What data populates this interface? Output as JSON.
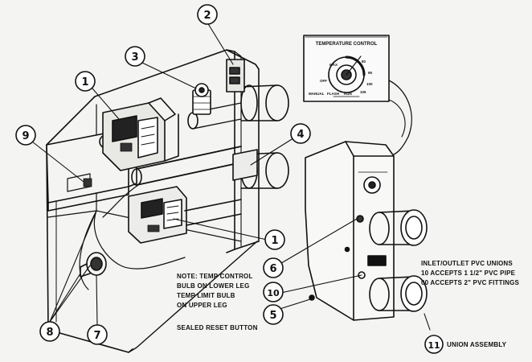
{
  "callouts": [
    {
      "id": "c1a",
      "label": "1"
    },
    {
      "id": "c2",
      "label": "2"
    },
    {
      "id": "c3",
      "label": "3"
    },
    {
      "id": "c4",
      "label": "4"
    },
    {
      "id": "c9",
      "label": "9"
    },
    {
      "id": "c1b",
      "label": "1"
    },
    {
      "id": "c6",
      "label": "6"
    },
    {
      "id": "c10",
      "label": "10"
    },
    {
      "id": "c5",
      "label": "5"
    },
    {
      "id": "c8",
      "label": "8"
    },
    {
      "id": "c7",
      "label": "7"
    },
    {
      "id": "c11",
      "label": "11"
    }
  ],
  "dial": {
    "title": "TEMPERATURE CONTROL",
    "marks": [
      "OFF",
      "MAX",
      "80",
      "95",
      "100",
      "105"
    ],
    "legend_left": "MANUAL",
    "legend_mid": "FLASH",
    "legend_right": "RUN"
  },
  "note": {
    "lines": [
      "NOTE: TEMP CONTROL",
      "BULB ON LOWER LEG",
      "TEMP LIMIT BULB",
      "ON UPPER LEG"
    ],
    "reset": "SEALED RESET BUTTON"
  },
  "inlet": {
    "lines": [
      "INLET/OUTLET PVC UNIONS",
      "10 ACCEPTS 1 1/2\" PVC PIPE",
      "00 ACCEPTS 2\" PVC FITTINGS"
    ]
  },
  "union": {
    "label": "UNION ASSEMBLY"
  }
}
